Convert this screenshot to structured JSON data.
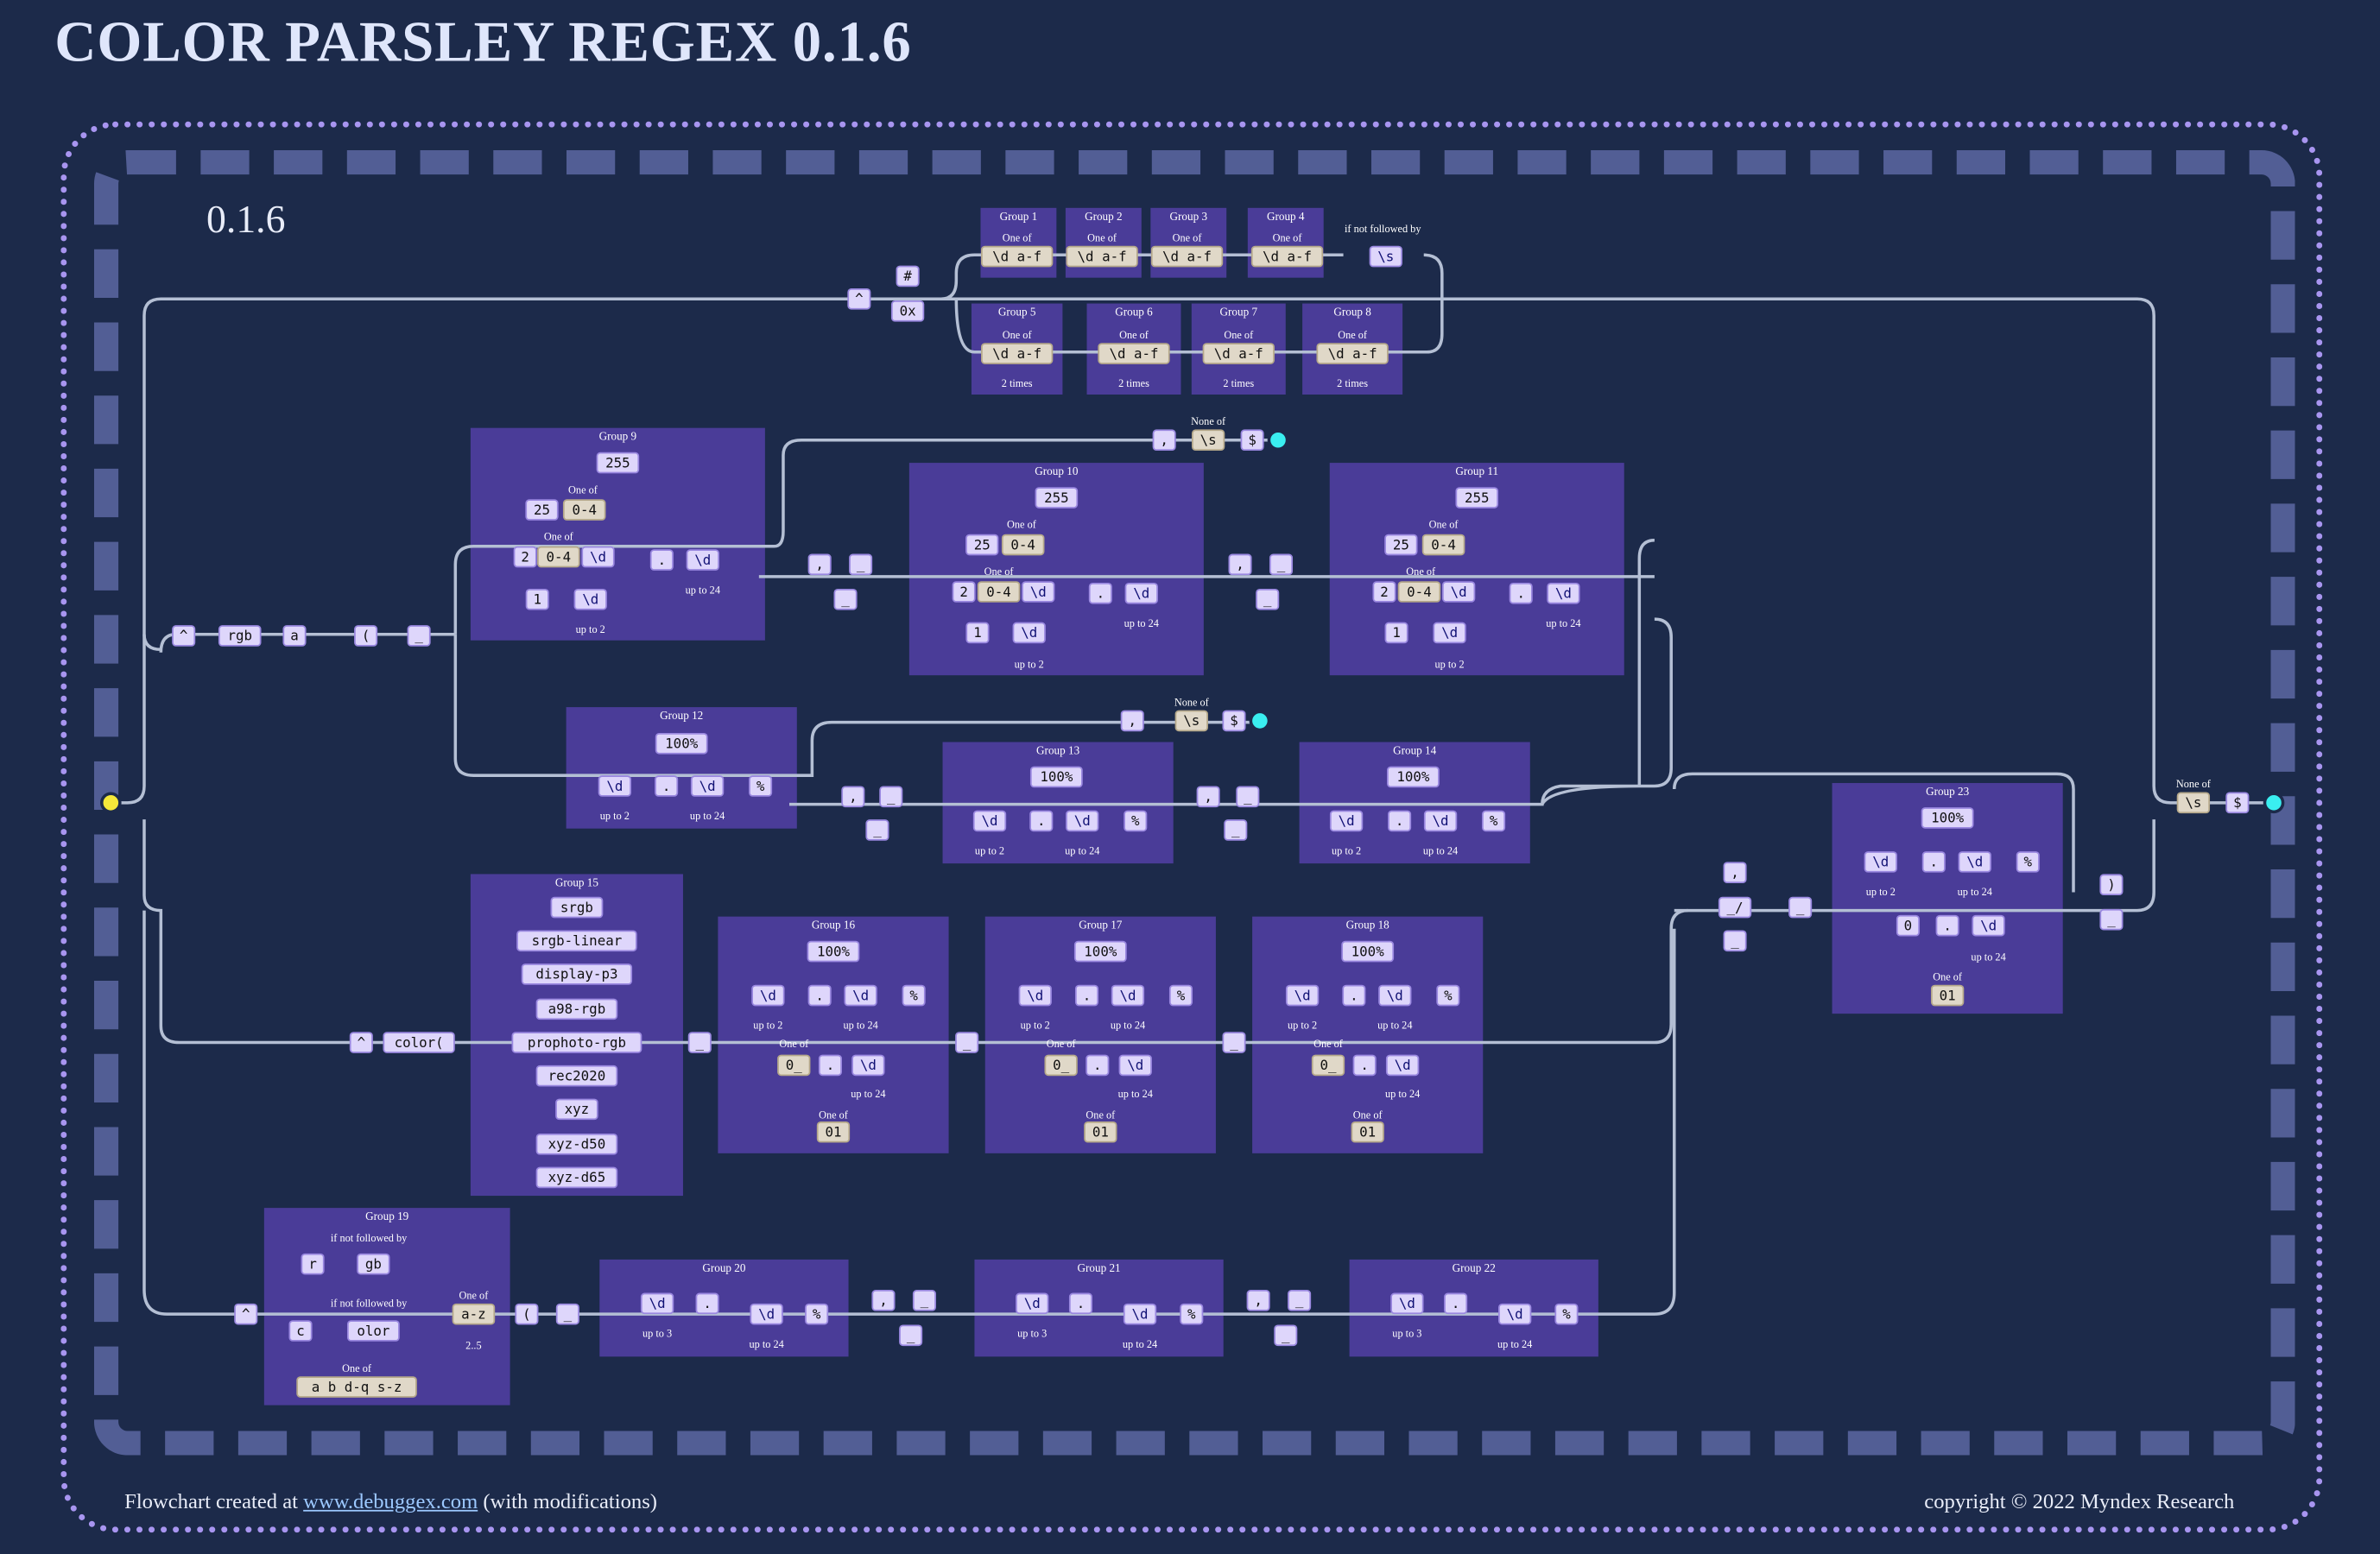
{
  "page": {
    "title": "COLOR PARSLEY REGEX 0.1.6",
    "version": "0.1.6",
    "footer_prefix": "Flowchart created at ",
    "footer_link": "www.debuggex.com",
    "footer_suffix": " (with modifications)",
    "copyright": "copyright © 2022 Myndex Research"
  },
  "colors": {
    "background": "#1c2a4a",
    "group_fill": "#4a3c98",
    "wire": "#b4bfd4",
    "literal_box": "#ded6fb",
    "charset_box": "#e0d8c8",
    "start_marker": "#f5e83a",
    "end_marker": "#3aeef0",
    "frame_dots": "#a895f0"
  },
  "groups": [
    {
      "id": "g1",
      "label": "Group 1"
    },
    {
      "id": "g2",
      "label": "Group 2"
    },
    {
      "id": "g3",
      "label": "Group 3"
    },
    {
      "id": "g4",
      "label": "Group 4"
    },
    {
      "id": "g5",
      "label": "Group 5"
    },
    {
      "id": "g6",
      "label": "Group 6"
    },
    {
      "id": "g7",
      "label": "Group 7"
    },
    {
      "id": "g8",
      "label": "Group 8"
    },
    {
      "id": "g9",
      "label": "Group 9"
    },
    {
      "id": "g10",
      "label": "Group 10"
    },
    {
      "id": "g11",
      "label": "Group 11"
    },
    {
      "id": "g12",
      "label": "Group 12"
    },
    {
      "id": "g13",
      "label": "Group 13"
    },
    {
      "id": "g14",
      "label": "Group 14"
    },
    {
      "id": "g15",
      "label": "Group 15"
    },
    {
      "id": "g16",
      "label": "Group 16"
    },
    {
      "id": "g17",
      "label": "Group 17"
    },
    {
      "id": "g18",
      "label": "Group 18"
    },
    {
      "id": "g19",
      "label": "Group 19"
    },
    {
      "id": "g20",
      "label": "Group 20"
    },
    {
      "id": "g21",
      "label": "Group 21"
    },
    {
      "id": "g22",
      "label": "Group 22"
    },
    {
      "id": "g23",
      "label": "Group 23"
    }
  ],
  "tokens": [
    {
      "id": "caret_hex",
      "text": "^",
      "kind": "lit"
    },
    {
      "id": "hash",
      "text": "#",
      "kind": "lit"
    },
    {
      "id": "zerox",
      "text": "0x",
      "kind": "lit"
    },
    {
      "id": "g1_c",
      "text": "\\d a-f",
      "kind": "chr"
    },
    {
      "id": "g2_c",
      "text": "\\d a-f",
      "kind": "chr"
    },
    {
      "id": "g3_c",
      "text": "\\d a-f",
      "kind": "chr"
    },
    {
      "id": "g4_c",
      "text": "\\d a-f",
      "kind": "chr"
    },
    {
      "id": "hex_ws",
      "text": "\\s",
      "kind": "cls"
    },
    {
      "id": "g5_c",
      "text": "\\d a-f",
      "kind": "chr"
    },
    {
      "id": "g6_c",
      "text": "\\d a-f",
      "kind": "chr"
    },
    {
      "id": "g7_c",
      "text": "\\d a-f",
      "kind": "chr"
    },
    {
      "id": "g8_c",
      "text": "\\d a-f",
      "kind": "chr"
    },
    {
      "id": "caret_rgb",
      "text": "^",
      "kind": "lit"
    },
    {
      "id": "rgb",
      "text": "rgb",
      "kind": "lit"
    },
    {
      "id": "rgb_a",
      "text": "a",
      "kind": "lit"
    },
    {
      "id": "rgb_paren",
      "text": "(",
      "kind": "lit"
    },
    {
      "id": "rgb_sp",
      "text": "_",
      "kind": "lit"
    },
    {
      "id": "g9_255",
      "text": "255",
      "kind": "lit"
    },
    {
      "id": "g9_25",
      "text": "25",
      "kind": "lit"
    },
    {
      "id": "g9_04a",
      "text": "0-4",
      "kind": "chr"
    },
    {
      "id": "g9_2",
      "text": "2",
      "kind": "lit"
    },
    {
      "id": "g9_04b",
      "text": "0-4",
      "kind": "chr"
    },
    {
      "id": "g9_d1",
      "text": "\\d",
      "kind": "cls"
    },
    {
      "id": "g9_1",
      "text": "1",
      "kind": "lit"
    },
    {
      "id": "g9_d2",
      "text": "\\d",
      "kind": "cls"
    },
    {
      "id": "g9_dot",
      "text": ".",
      "kind": "lit"
    },
    {
      "id": "g9_d3",
      "text": "\\d",
      "kind": "cls"
    },
    {
      "id": "t9_comma",
      "text": ",",
      "kind": "lit"
    },
    {
      "id": "t9_ws",
      "text": "\\s",
      "kind": "chr"
    },
    {
      "id": "t9_end",
      "text": "$",
      "kind": "lit"
    },
    {
      "id": "s9_comma",
      "text": ",",
      "kind": "lit"
    },
    {
      "id": "s9_sp1",
      "text": "_",
      "kind": "lit"
    },
    {
      "id": "s9_sp2",
      "text": "_",
      "kind": "lit"
    },
    {
      "id": "g10_255",
      "text": "255",
      "kind": "lit"
    },
    {
      "id": "g10_25",
      "text": "25",
      "kind": "lit"
    },
    {
      "id": "g10_04a",
      "text": "0-4",
      "kind": "chr"
    },
    {
      "id": "g10_2",
      "text": "2",
      "kind": "lit"
    },
    {
      "id": "g10_04b",
      "text": "0-4",
      "kind": "chr"
    },
    {
      "id": "g10_d1",
      "text": "\\d",
      "kind": "cls"
    },
    {
      "id": "g10_1",
      "text": "1",
      "kind": "lit"
    },
    {
      "id": "g10_d2",
      "text": "\\d",
      "kind": "cls"
    },
    {
      "id": "g10_dot",
      "text": ".",
      "kind": "lit"
    },
    {
      "id": "g10_d3",
      "text": "\\d",
      "kind": "cls"
    },
    {
      "id": "s10_comma",
      "text": ",",
      "kind": "lit"
    },
    {
      "id": "s10_sp1",
      "text": "_",
      "kind": "lit"
    },
    {
      "id": "s10_sp2",
      "text": "_",
      "kind": "lit"
    },
    {
      "id": "g11_255",
      "text": "255",
      "kind": "lit"
    },
    {
      "id": "g11_25",
      "text": "25",
      "kind": "lit"
    },
    {
      "id": "g11_04a",
      "text": "0-4",
      "kind": "chr"
    },
    {
      "id": "g11_2",
      "text": "2",
      "kind": "lit"
    },
    {
      "id": "g11_04b",
      "text": "0-4",
      "kind": "chr"
    },
    {
      "id": "g11_d1",
      "text": "\\d",
      "kind": "cls"
    },
    {
      "id": "g11_1",
      "text": "1",
      "kind": "lit"
    },
    {
      "id": "g11_d2",
      "text": "\\d",
      "kind": "cls"
    },
    {
      "id": "g11_dot",
      "text": ".",
      "kind": "lit"
    },
    {
      "id": "g11_d3",
      "text": "\\d",
      "kind": "cls"
    },
    {
      "id": "g12_100",
      "text": "100%",
      "kind": "lit"
    },
    {
      "id": "g12_d1",
      "text": "\\d",
      "kind": "cls"
    },
    {
      "id": "g12_dot",
      "text": ".",
      "kind": "lit"
    },
    {
      "id": "g12_d2",
      "text": "\\d",
      "kind": "cls"
    },
    {
      "id": "g12_pct",
      "text": "%",
      "kind": "lit"
    },
    {
      "id": "t12_comma",
      "text": ",",
      "kind": "lit"
    },
    {
      "id": "t12_ws",
      "text": "\\s",
      "kind": "chr"
    },
    {
      "id": "t12_end",
      "text": "$",
      "kind": "lit"
    },
    {
      "id": "s12_comma",
      "text": ",",
      "kind": "lit"
    },
    {
      "id": "s12_sp1",
      "text": "_",
      "kind": "lit"
    },
    {
      "id": "s12_sp2",
      "text": "_",
      "kind": "lit"
    },
    {
      "id": "g13_100",
      "text": "100%",
      "kind": "lit"
    },
    {
      "id": "g13_d1",
      "text": "\\d",
      "kind": "cls"
    },
    {
      "id": "g13_dot",
      "text": ".",
      "kind": "lit"
    },
    {
      "id": "g13_d2",
      "text": "\\d",
      "kind": "cls"
    },
    {
      "id": "g13_pct",
      "text": "%",
      "kind": "lit"
    },
    {
      "id": "s13_comma",
      "text": ",",
      "kind": "lit"
    },
    {
      "id": "s13_sp1",
      "text": "_",
      "kind": "lit"
    },
    {
      "id": "s13_sp2",
      "text": "_",
      "kind": "lit"
    },
    {
      "id": "g14_100",
      "text": "100%",
      "kind": "lit"
    },
    {
      "id": "g14_d1",
      "text": "\\d",
      "kind": "cls"
    },
    {
      "id": "g14_dot",
      "text": ".",
      "kind": "lit"
    },
    {
      "id": "g14_d2",
      "text": "\\d",
      "kind": "cls"
    },
    {
      "id": "g14_pct",
      "text": "%",
      "kind": "lit"
    },
    {
      "id": "caret_col",
      "text": "^",
      "kind": "lit"
    },
    {
      "id": "color_fn",
      "text": "color(",
      "kind": "lit"
    },
    {
      "id": "cs1",
      "text": "srgb",
      "kind": "lit"
    },
    {
      "id": "cs2",
      "text": "srgb-linear",
      "kind": "lit"
    },
    {
      "id": "cs3",
      "text": "display-p3",
      "kind": "lit"
    },
    {
      "id": "cs4",
      "text": "a98-rgb",
      "kind": "lit"
    },
    {
      "id": "cs5",
      "text": "prophoto-rgb",
      "kind": "lit"
    },
    {
      "id": "cs6",
      "text": "rec2020",
      "kind": "lit"
    },
    {
      "id": "cs7",
      "text": "xyz",
      "kind": "lit"
    },
    {
      "id": "cs8",
      "text": "xyz-d50",
      "kind": "lit"
    },
    {
      "id": "cs9",
      "text": "xyz-d65",
      "kind": "lit"
    },
    {
      "id": "col_sp1",
      "text": "_",
      "kind": "lit"
    },
    {
      "id": "g16_100",
      "text": "100%",
      "kind": "lit"
    },
    {
      "id": "g16_d1",
      "text": "\\d",
      "kind": "cls"
    },
    {
      "id": "g16_dot",
      "text": ".",
      "kind": "lit"
    },
    {
      "id": "g16_d2",
      "text": "\\d",
      "kind": "cls"
    },
    {
      "id": "g16_pct",
      "text": "%",
      "kind": "lit"
    },
    {
      "id": "g16_0",
      "text": "0_",
      "kind": "chr"
    },
    {
      "id": "g16_dot2",
      "text": ".",
      "kind": "lit"
    },
    {
      "id": "g16_d3",
      "text": "\\d",
      "kind": "cls"
    },
    {
      "id": "g16_01",
      "text": "01",
      "kind": "chr"
    },
    {
      "id": "col_sp2",
      "text": "_",
      "kind": "lit"
    },
    {
      "id": "g17_100",
      "text": "100%",
      "kind": "lit"
    },
    {
      "id": "g17_d1",
      "text": "\\d",
      "kind": "cls"
    },
    {
      "id": "g17_dot",
      "text": ".",
      "kind": "lit"
    },
    {
      "id": "g17_d2",
      "text": "\\d",
      "kind": "cls"
    },
    {
      "id": "g17_pct",
      "text": "%",
      "kind": "lit"
    },
    {
      "id": "g17_0",
      "text": "0_",
      "kind": "chr"
    },
    {
      "id": "g17_dot2",
      "text": ".",
      "kind": "lit"
    },
    {
      "id": "g17_d3",
      "text": "\\d",
      "kind": "cls"
    },
    {
      "id": "g17_01",
      "text": "01",
      "kind": "chr"
    },
    {
      "id": "col_sp3",
      "text": "_",
      "kind": "lit"
    },
    {
      "id": "g18_100",
      "text": "100%",
      "kind": "lit"
    },
    {
      "id": "g18_d1",
      "text": "\\d",
      "kind": "cls"
    },
    {
      "id": "g18_dot",
      "text": ".",
      "kind": "lit"
    },
    {
      "id": "g18_d2",
      "text": "\\d",
      "kind": "cls"
    },
    {
      "id": "g18_pct",
      "text": "%",
      "kind": "lit"
    },
    {
      "id": "g18_0",
      "text": "0_",
      "kind": "chr"
    },
    {
      "id": "g18_dot2",
      "text": ".",
      "kind": "lit"
    },
    {
      "id": "g18_d3",
      "text": "\\d",
      "kind": "cls"
    },
    {
      "id": "g18_01",
      "text": "01",
      "kind": "chr"
    },
    {
      "id": "caret_lab",
      "text": "^",
      "kind": "lit"
    },
    {
      "id": "g19_r",
      "text": "r",
      "kind": "lit"
    },
    {
      "id": "g19_gb",
      "text": "gb",
      "kind": "lit"
    },
    {
      "id": "g19_c",
      "text": "c",
      "kind": "lit"
    },
    {
      "id": "g19_olor",
      "text": "olor",
      "kind": "lit"
    },
    {
      "id": "g19_az",
      "text": "a-z",
      "kind": "chr"
    },
    {
      "id": "g19_abd",
      "text": "a b d-q s-z",
      "kind": "chr"
    },
    {
      "id": "lab_paren",
      "text": "(",
      "kind": "lit"
    },
    {
      "id": "lab_sp",
      "text": "_",
      "kind": "lit"
    },
    {
      "id": "g20_d1",
      "text": "\\d",
      "kind": "cls"
    },
    {
      "id": "g20_dot",
      "text": ".",
      "kind": "lit"
    },
    {
      "id": "g20_d2",
      "text": "\\d",
      "kind": "cls"
    },
    {
      "id": "g20_pct",
      "text": "%",
      "kind": "lit"
    },
    {
      "id": "s20_comma",
      "text": ",",
      "kind": "lit"
    },
    {
      "id": "s20_sp1",
      "text": "_",
      "kind": "lit"
    },
    {
      "id": "s20_sp2",
      "text": "_",
      "kind": "lit"
    },
    {
      "id": "g21_d1",
      "text": "\\d",
      "kind": "cls"
    },
    {
      "id": "g21_dot",
      "text": ".",
      "kind": "lit"
    },
    {
      "id": "g21_d2",
      "text": "\\d",
      "kind": "cls"
    },
    {
      "id": "g21_pct",
      "text": "%",
      "kind": "lit"
    },
    {
      "id": "s21_comma",
      "text": ",",
      "kind": "lit"
    },
    {
      "id": "s21_sp1",
      "text": "_",
      "kind": "lit"
    },
    {
      "id": "s21_sp2",
      "text": "_",
      "kind": "lit"
    },
    {
      "id": "g22_d1",
      "text": "\\d",
      "kind": "cls"
    },
    {
      "id": "g22_dot",
      "text": ".",
      "kind": "lit"
    },
    {
      "id": "g22_d2",
      "text": "\\d",
      "kind": "cls"
    },
    {
      "id": "g22_pct",
      "text": "%",
      "kind": "lit"
    },
    {
      "id": "al_comma",
      "text": ",",
      "kind": "lit"
    },
    {
      "id": "al_slash",
      "text": "_/",
      "kind": "lit"
    },
    {
      "id": "al_sp1",
      "text": "_",
      "kind": "lit"
    },
    {
      "id": "al_sp2",
      "text": "_",
      "kind": "lit"
    },
    {
      "id": "g23_100",
      "text": "100%",
      "kind": "lit"
    },
    {
      "id": "g23_d1",
      "text": "\\d",
      "kind": "cls"
    },
    {
      "id": "g23_dot",
      "text": ".",
      "kind": "lit"
    },
    {
      "id": "g23_d2",
      "text": "\\d",
      "kind": "cls"
    },
    {
      "id": "g23_pct",
      "text": "%",
      "kind": "lit"
    },
    {
      "id": "g23_0",
      "text": "0",
      "kind": "lit"
    },
    {
      "id": "g23_dot2",
      "text": ".",
      "kind": "lit"
    },
    {
      "id": "g23_d3",
      "text": "\\d",
      "kind": "cls"
    },
    {
      "id": "g23_01",
      "text": "01",
      "kind": "chr"
    },
    {
      "id": "close_paren",
      "text": ")",
      "kind": "lit"
    },
    {
      "id": "close_sp",
      "text": "_",
      "kind": "lit"
    },
    {
      "id": "fin_ws",
      "text": "\\s",
      "kind": "chr"
    },
    {
      "id": "fin_end",
      "text": "$",
      "kind": "lit"
    }
  ],
  "labels": [
    {
      "id": "l_oneof1",
      "text": "One of"
    },
    {
      "id": "l_oneof2",
      "text": "One of"
    },
    {
      "id": "l_oneof3",
      "text": "One of"
    },
    {
      "id": "l_oneof4",
      "text": "One of"
    },
    {
      "id": "l_nfb_hex",
      "text": "if not followed by"
    },
    {
      "id": "l_oneof5",
      "text": "One of"
    },
    {
      "id": "l_oneof6",
      "text": "One of"
    },
    {
      "id": "l_oneof7",
      "text": "One of"
    },
    {
      "id": "l_oneof8",
      "text": "One of"
    },
    {
      "id": "l_2t5",
      "text": "2 times"
    },
    {
      "id": "l_2t6",
      "text": "2 times"
    },
    {
      "id": "l_2t7",
      "text": "2 times"
    },
    {
      "id": "l_2t8",
      "text": "2 times"
    },
    {
      "id": "l_g9_one1",
      "text": "One of"
    },
    {
      "id": "l_g9_one2",
      "text": "One of"
    },
    {
      "id": "l_g9_up2",
      "text": "up to 2"
    },
    {
      "id": "l_g9_up24",
      "text": "up to 24"
    },
    {
      "id": "l_t9_none",
      "text": "None of"
    },
    {
      "id": "l_g10_one1",
      "text": "One of"
    },
    {
      "id": "l_g10_one2",
      "text": "One of"
    },
    {
      "id": "l_g10_up2",
      "text": "up to 2"
    },
    {
      "id": "l_g10_up24",
      "text": "up to 24"
    },
    {
      "id": "l_g11_one1",
      "text": "One of"
    },
    {
      "id": "l_g11_one2",
      "text": "One of"
    },
    {
      "id": "l_g11_up2",
      "text": "up to 2"
    },
    {
      "id": "l_g11_up24",
      "text": "up to 24"
    },
    {
      "id": "l_g12_up2",
      "text": "up to 2"
    },
    {
      "id": "l_g12_up24",
      "text": "up to 24"
    },
    {
      "id": "l_t12_none",
      "text": "None of"
    },
    {
      "id": "l_g13_up2",
      "text": "up to 2"
    },
    {
      "id": "l_g13_up24",
      "text": "up to 24"
    },
    {
      "id": "l_g14_up2",
      "text": "up to 2"
    },
    {
      "id": "l_g14_up24",
      "text": "up to 24"
    },
    {
      "id": "l_g16_up2",
      "text": "up to 2"
    },
    {
      "id": "l_g16_up24",
      "text": "up to 24"
    },
    {
      "id": "l_g16_one1",
      "text": "One of"
    },
    {
      "id": "l_g16_up24b",
      "text": "up to 24"
    },
    {
      "id": "l_g16_one2",
      "text": "One of"
    },
    {
      "id": "l_g17_up2",
      "text": "up to 2"
    },
    {
      "id": "l_g17_up24",
      "text": "up to 24"
    },
    {
      "id": "l_g17_one1",
      "text": "One of"
    },
    {
      "id": "l_g17_up24b",
      "text": "up to 24"
    },
    {
      "id": "l_g17_one2",
      "text": "One of"
    },
    {
      "id": "l_g18_up2",
      "text": "up to 2"
    },
    {
      "id": "l_g18_up24",
      "text": "up to 24"
    },
    {
      "id": "l_g18_one1",
      "text": "One of"
    },
    {
      "id": "l_g18_up24b",
      "text": "up to 24"
    },
    {
      "id": "l_g18_one2",
      "text": "One of"
    },
    {
      "id": "l_g19_nfb1",
      "text": "if not followed by"
    },
    {
      "id": "l_g19_nfb2",
      "text": "if not followed by"
    },
    {
      "id": "l_g19_one",
      "text": "One of"
    },
    {
      "id": "l_g19_range",
      "text": "2..5"
    },
    {
      "id": "l_g19_one2",
      "text": "One of"
    },
    {
      "id": "l_g20_up3",
      "text": "up to 3"
    },
    {
      "id": "l_g20_up24",
      "text": "up to 24"
    },
    {
      "id": "l_g21_up3",
      "text": "up to 3"
    },
    {
      "id": "l_g21_up24",
      "text": "up to 24"
    },
    {
      "id": "l_g22_up3",
      "text": "up to 3"
    },
    {
      "id": "l_g22_up24",
      "text": "up to 24"
    },
    {
      "id": "l_g23_up2",
      "text": "up to 2"
    },
    {
      "id": "l_g23_up24",
      "text": "up to 24"
    },
    {
      "id": "l_g23_up24b",
      "text": "up to 24"
    },
    {
      "id": "l_g23_one",
      "text": "One of"
    },
    {
      "id": "l_fin_none",
      "text": "None of"
    }
  ]
}
